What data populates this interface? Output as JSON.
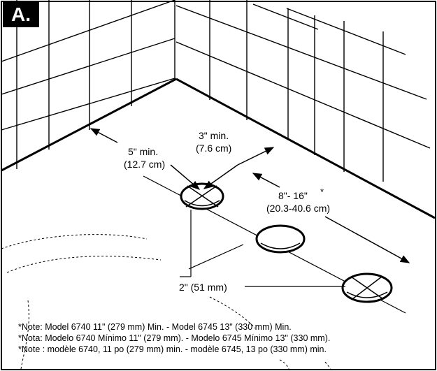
{
  "panel_label": "A.",
  "dimensions": {
    "wall_clearance": {
      "value": "5\" min.",
      "metric": "(12.7 cm)"
    },
    "hole_edge_clearance": {
      "value": "3\" min.",
      "metric": "(7.6 cm)"
    },
    "hole_spacing": {
      "value": "8\"- 16\"",
      "marker": "*",
      "metric": "(20.3-40.6 cm)"
    },
    "hole_diameter": {
      "value": "2\" (51 mm)"
    }
  },
  "notes": [
    "*Note: Model 6740 11\" (279 mm) Min. - Model 6745 13\" (330 mm) Min.",
    "*Nota: Modelo 6740 Mínimo 11\" (279 mm). - Modelo 6745 Mínimo 13\" (330 mm).",
    "*Note : modèle 6740, 11 po (279 mm) min. - modèle 6745, 13 po (330 mm) min."
  ]
}
